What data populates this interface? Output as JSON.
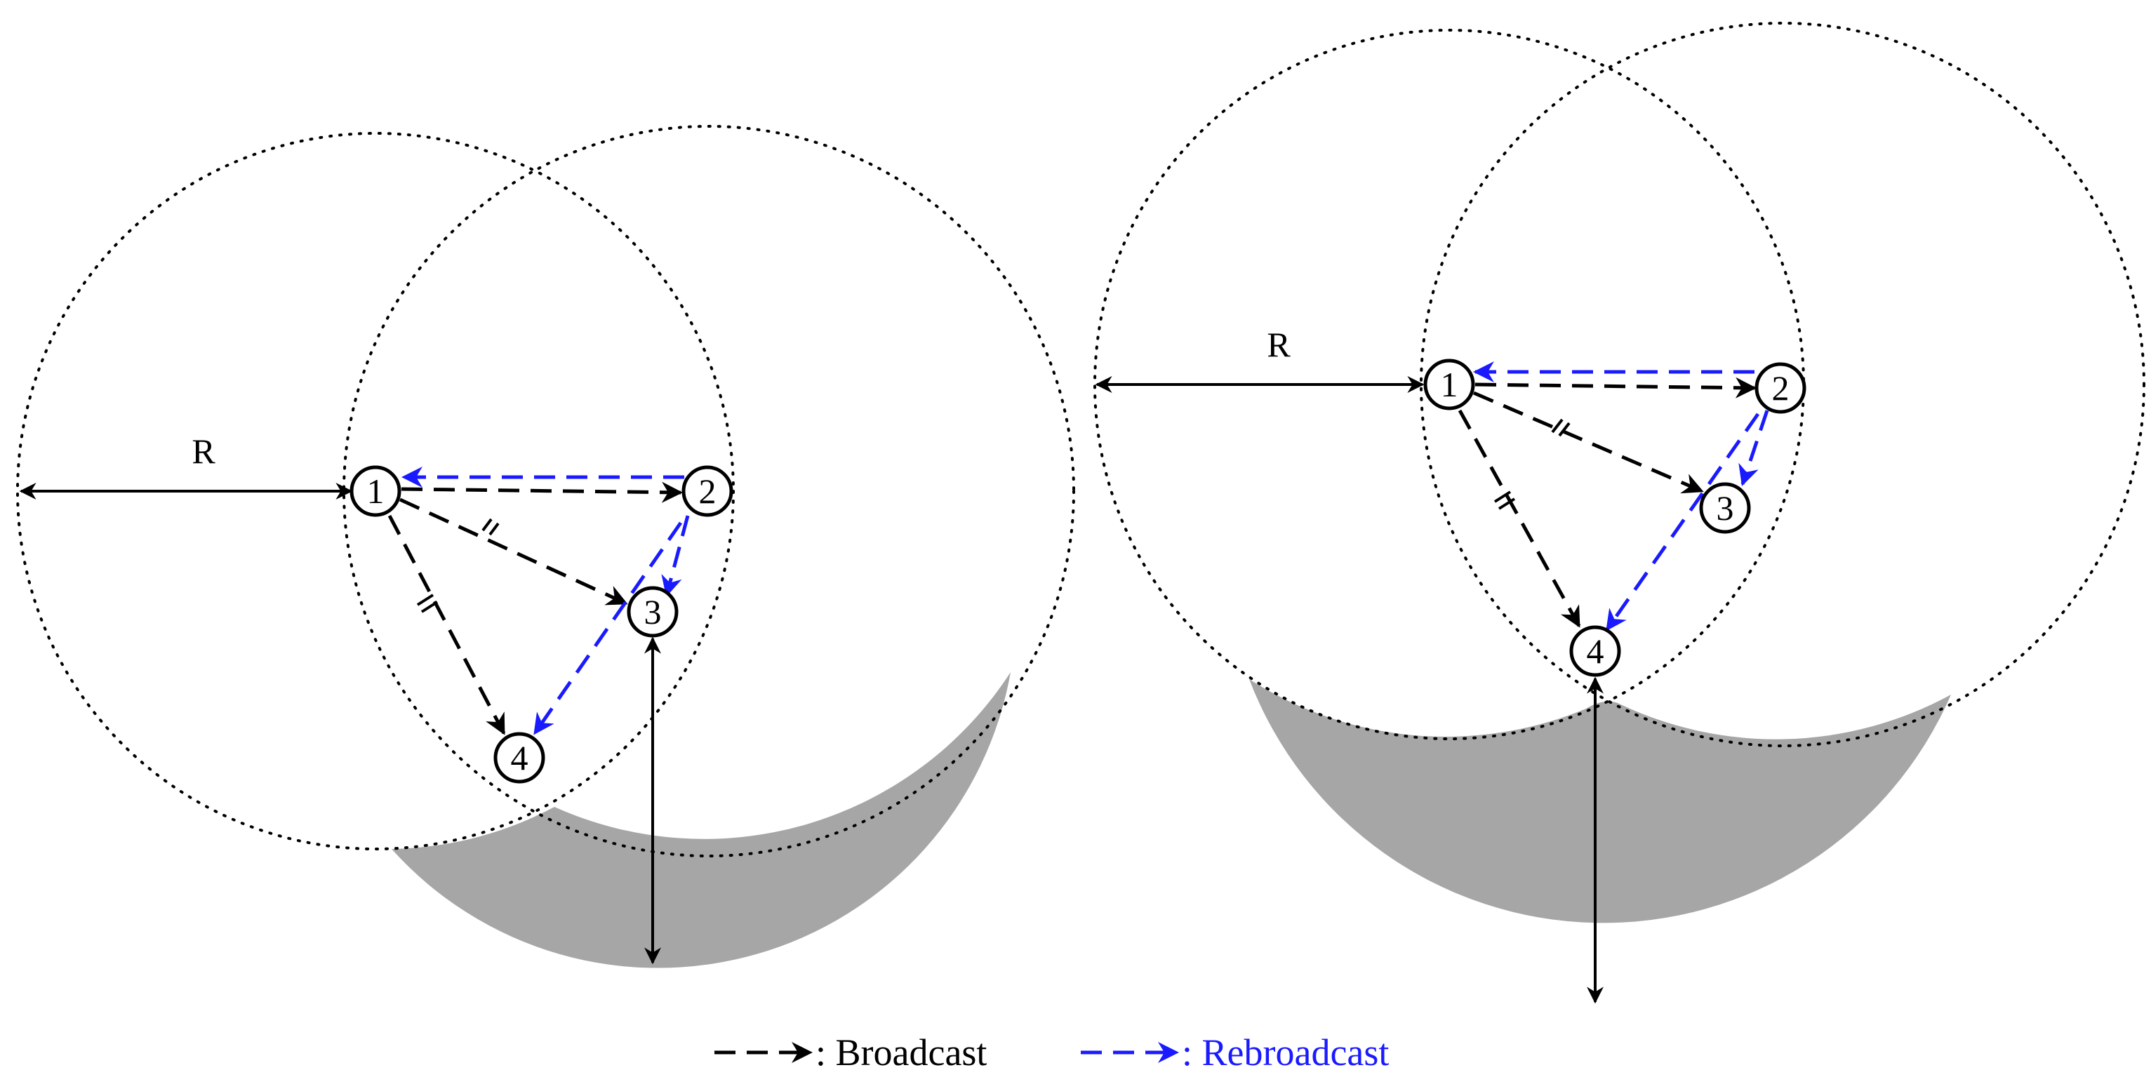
{
  "diagram": {
    "left": {
      "radius_label": "R",
      "nodes": [
        "1",
        "2",
        "3",
        "4"
      ]
    },
    "right": {
      "radius_label": "R",
      "nodes": [
        "1",
        "2",
        "3",
        "4"
      ]
    }
  },
  "legend": {
    "broadcast_label": ": Broadcast",
    "rebroadcast_label": ": Rebroadcast",
    "broadcast_color": "#000000",
    "rebroadcast_color": "#1a1aff"
  }
}
